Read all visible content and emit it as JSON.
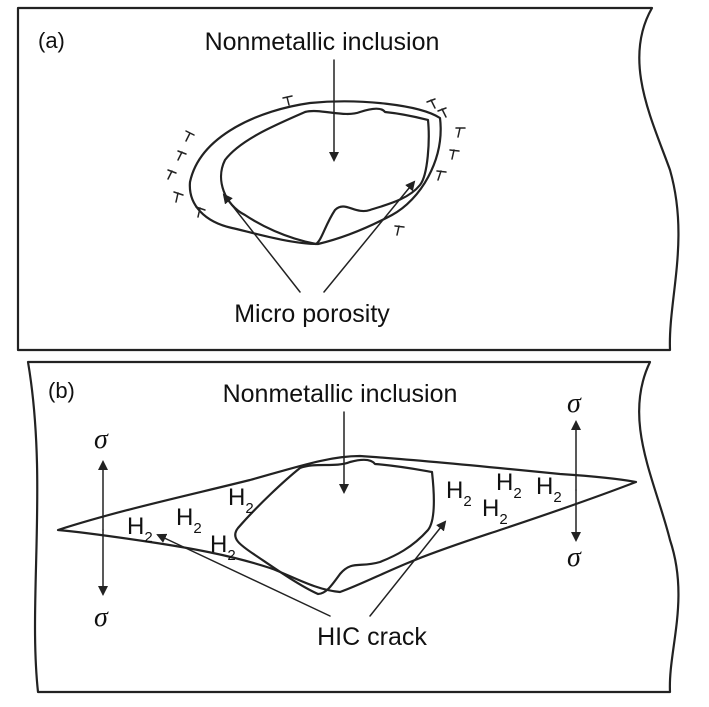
{
  "panel_a": {
    "label": "(a)",
    "inclusion_label": "Nonmetallic inclusion",
    "porosity_label": "Micro porosity"
  },
  "panel_b": {
    "label": "(b)",
    "inclusion_label": "Nonmetallic inclusion",
    "crack_label": "HIC crack",
    "stress_symbol": "σ",
    "hydrogen_symbol": "H",
    "hydrogen_subscript": "2"
  }
}
